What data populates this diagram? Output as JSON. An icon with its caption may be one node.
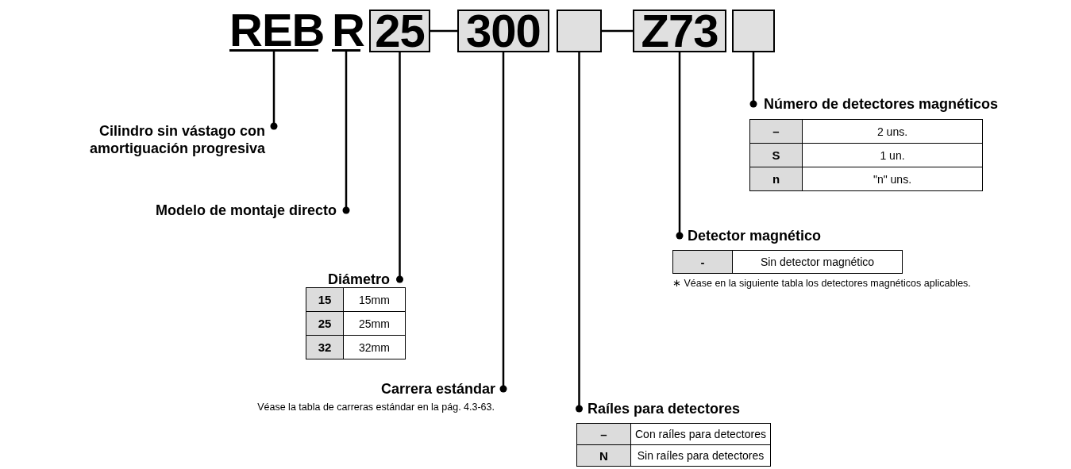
{
  "diagram": {
    "nodes": [
      {
        "text": [
          "REB"
        ]
      },
      {
        "text": [
          "R"
        ]
      },
      {
        "text": [
          "25"
        ]
      },
      {
        "text": [
          "300"
        ]
      },
      {
        "text": [],
        "shape": "box"
      },
      {
        "text": [
          "Z73"
        ]
      },
      {
        "text": [],
        "shape": "box"
      },
      {
        "text": [
          "Cilindro sin vástago con amortiguación progresiva"
        ]
      },
      {
        "text": [
          "Modelo de montaje directo"
        ]
      },
      {
        "text": [
          "Diámetro"
        ]
      },
      {
        "text": [
          "Carrera estándar"
        ],
        "beside": [
          "Véase la tabla de carreras estándar en la pág. 4.3-63."
        ]
      },
      {
        "text": [
          "Raíles para detectores"
        ]
      },
      {
        "text": [
          "Detector magnético"
        ],
        "beside": [
          "∗ Véase en la siguiente tabla los detectores magnéticos aplicables."
        ]
      },
      {
        "text": [
          "Número de detectores magnéticos"
        ]
      }
    ],
    "edges": [
      {
        "from": 2,
        "to": 3,
        "arrow": "none"
      },
      {
        "from": 4,
        "to": 5,
        "arrow": "none"
      },
      {
        "from": 0,
        "to": 7,
        "arrow": "other"
      },
      {
        "from": 1,
        "to": 8,
        "arrow": "other"
      },
      {
        "from": 2,
        "to": 9,
        "arrow": "other"
      },
      {
        "from": 3,
        "to": 10,
        "arrow": "other"
      },
      {
        "from": 4,
        "to": 11,
        "arrow": "other"
      },
      {
        "from": 5,
        "to": 12,
        "arrow": "other"
      },
      {
        "from": 6,
        "to": 13,
        "arrow": "other"
      }
    ],
    "labels": [
      "–",
      "2 uns.",
      "S",
      "1 un.",
      "n",
      "\"n\" uns.",
      "-",
      "Sin detector magnético",
      "15",
      "15mm",
      "25",
      "25mm",
      "32",
      "32mm",
      "–",
      "Con raíles para detectores",
      "N",
      "Sin raíles para detectores"
    ]
  }
}
